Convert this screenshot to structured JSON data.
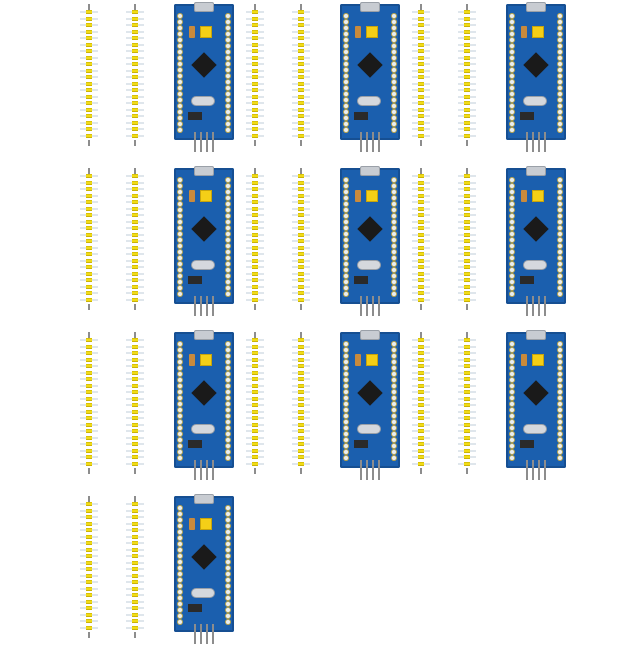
{
  "scene": {
    "subject": "product-photo-pcb-and-pin-headers",
    "background_color": "#ffffff",
    "pcb_color": "#1b5fae",
    "header_bar_color": "#f2dc16",
    "jumper_color": "#f4cf17",
    "pin_color": "#8d8d8d",
    "grid_columns": 3,
    "grid_rows": 4,
    "kit_count": 10,
    "pins_per_header": 20,
    "headers_per_kit": 2
  }
}
